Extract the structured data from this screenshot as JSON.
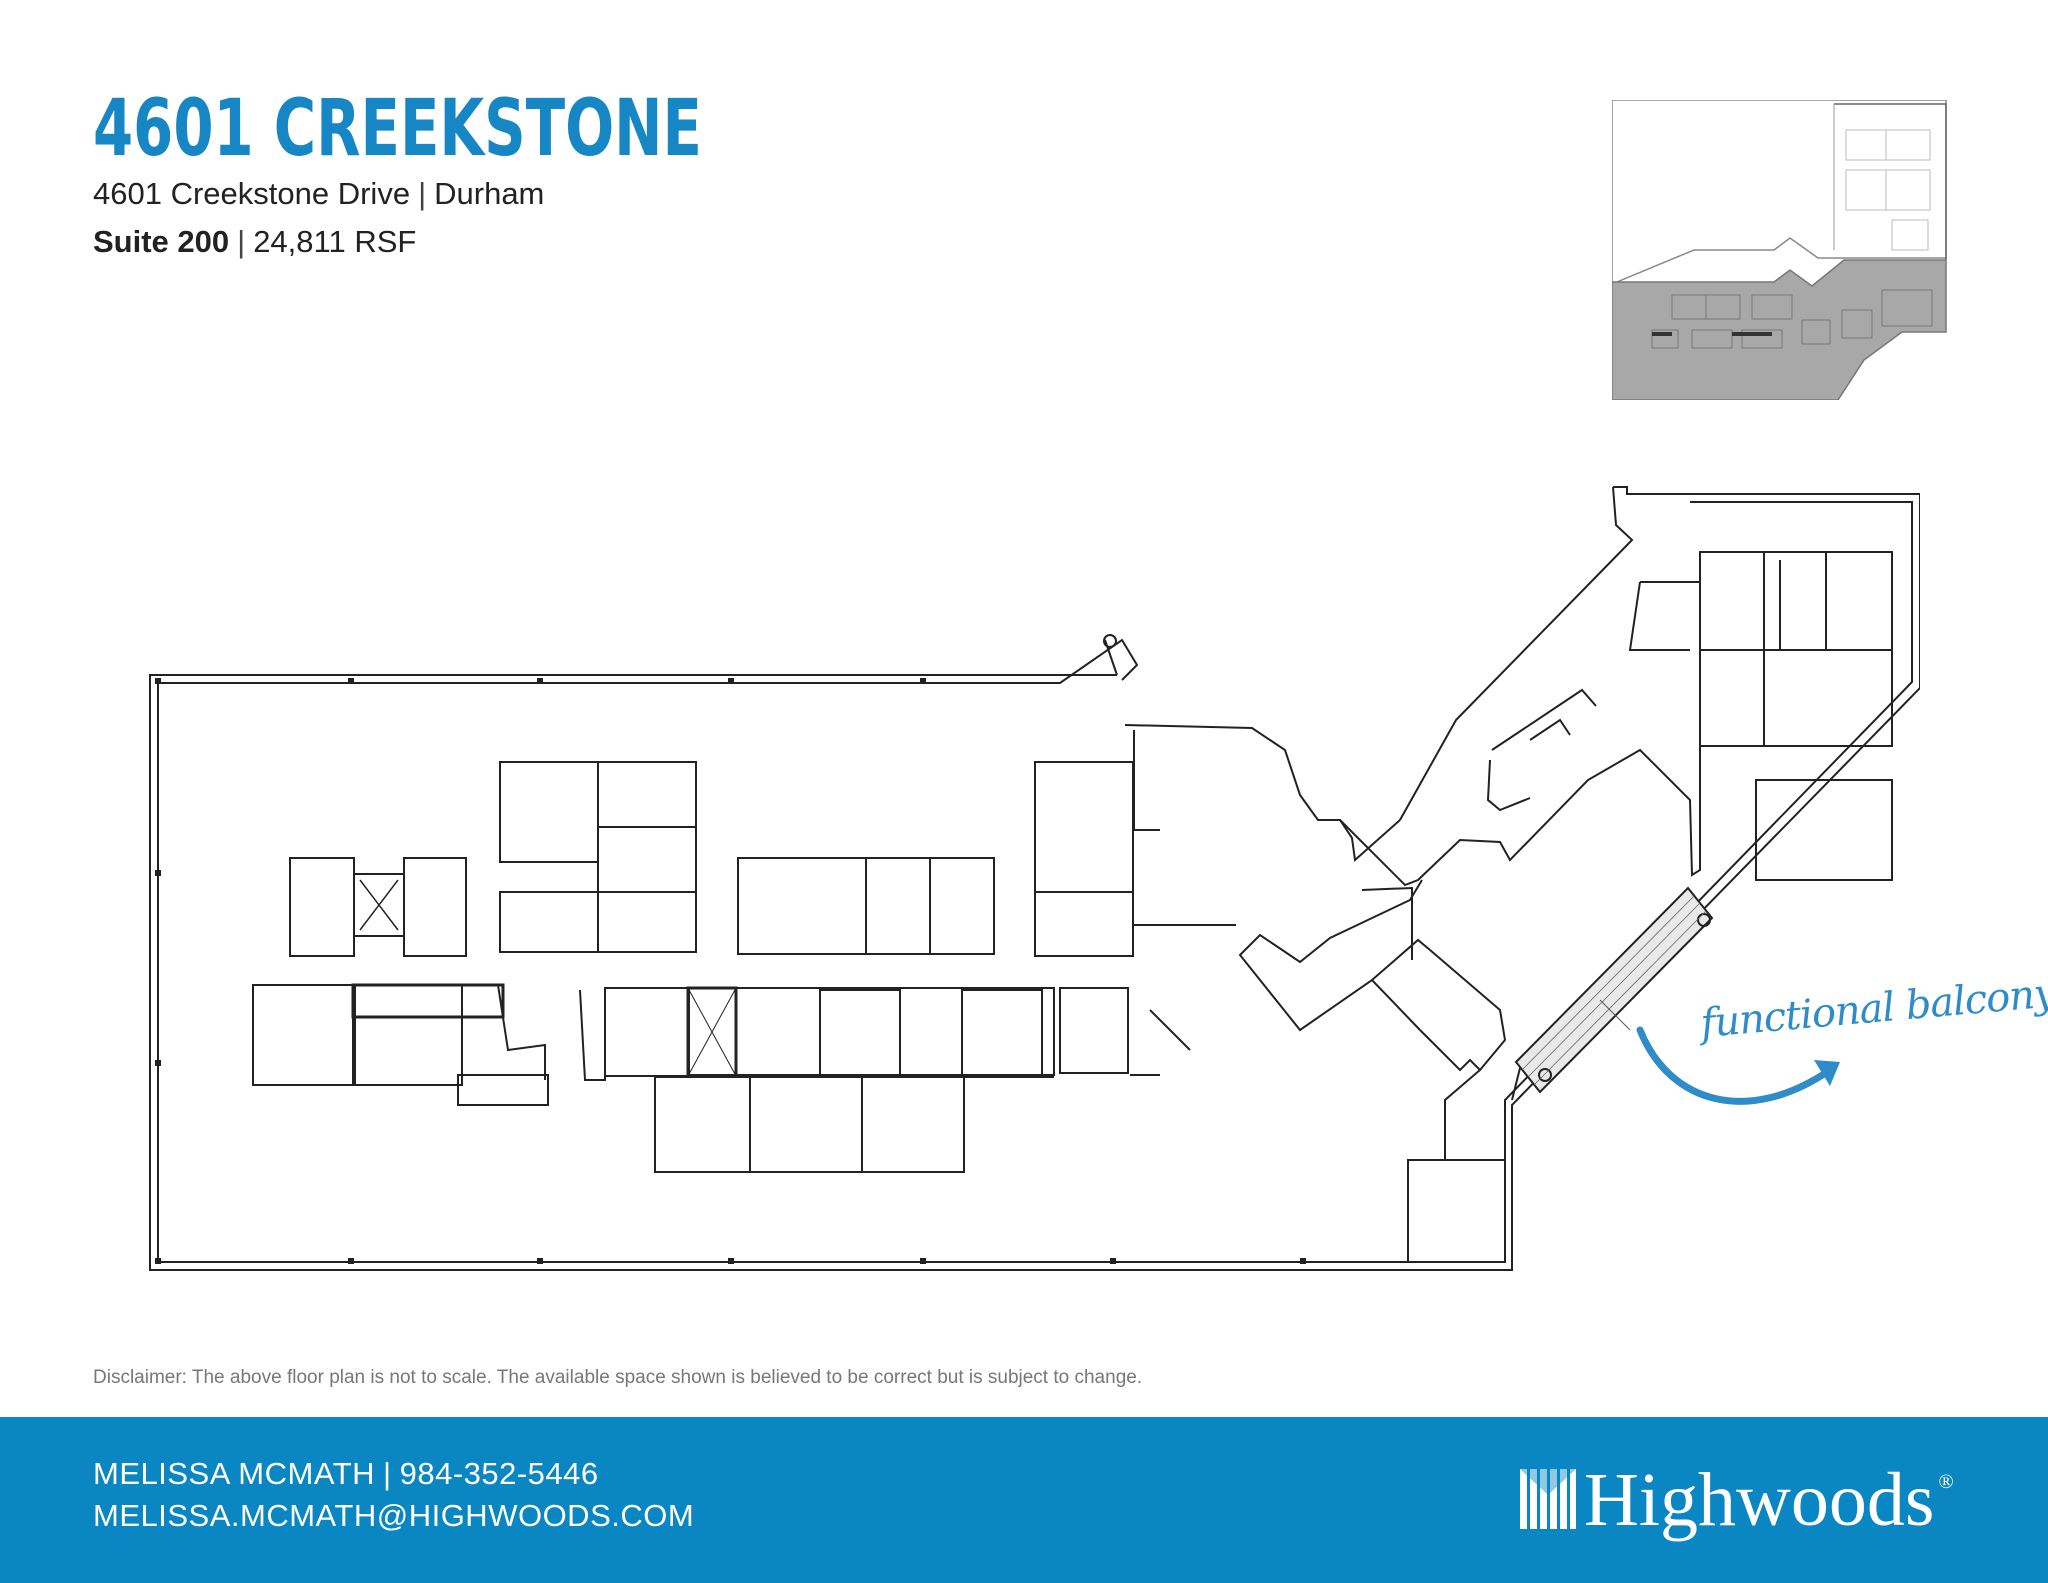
{
  "header": {
    "title": "4601 CREEKSTONE",
    "address": "4601 Creekstone Drive",
    "city": "Durham",
    "suite": "Suite 200",
    "area": "24,811 RSF",
    "separator": "|"
  },
  "annotation": {
    "balcony": "functional balcony!"
  },
  "disclaimer": "Disclaimer: The above floor plan is not to scale. The available space shown is believed to be correct but is subject to change.",
  "footer": {
    "agent_name": "MELISSA MCMATH",
    "phone": "984-352-5446",
    "email": "MELISSA.MCMATH@HIGHWOODS.COM",
    "separator": "|",
    "brand": "Highwoods",
    "registered_mark": "®"
  },
  "colors": {
    "accent": "#1786c4",
    "footer_bg": "#0a86c3",
    "annotation": "#2e8cc8",
    "keymap_fill": "#a8a8a8"
  }
}
